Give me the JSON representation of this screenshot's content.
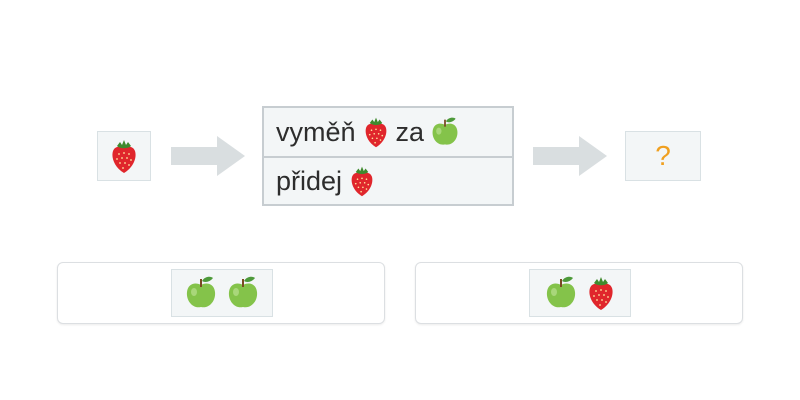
{
  "input": {
    "item": "strawberry"
  },
  "program": {
    "commands": [
      {
        "verb": "vyměň",
        "item": "strawberry",
        "connector": "za",
        "item2": "apple"
      },
      {
        "verb": "přidej",
        "item": "strawberry"
      }
    ]
  },
  "output": {
    "placeholder": "?"
  },
  "answers": [
    {
      "items": [
        "apple",
        "apple"
      ]
    },
    {
      "items": [
        "apple",
        "strawberry"
      ]
    }
  ],
  "colors": {
    "tile_bg": "#f3f6f7",
    "arrow": "#d9dee0",
    "question_mark": "#f0a020",
    "strawberry": "#e0262c",
    "apple": "#84c34a"
  }
}
